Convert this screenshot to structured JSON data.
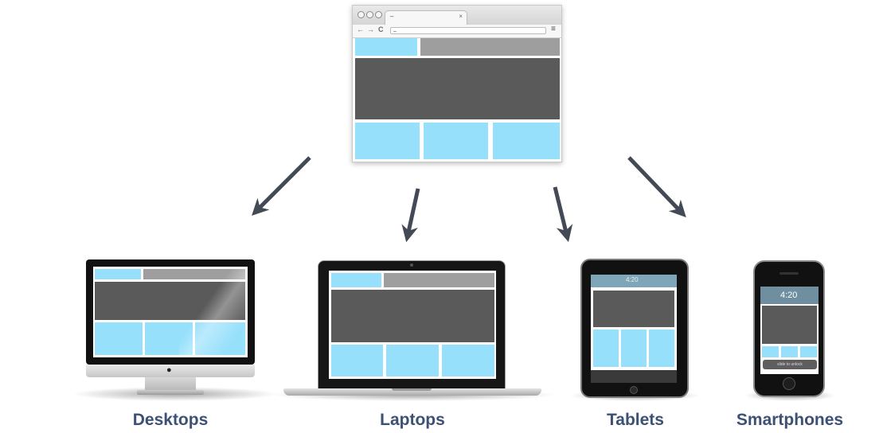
{
  "browser": {
    "tab_title": "–",
    "tab_close": "×",
    "url": "–",
    "nav_back": "←",
    "nav_forward": "→",
    "nav_reload": "C",
    "menu_icon": "≡"
  },
  "devices": {
    "tablet": {
      "time": "4:20"
    },
    "smartphone": {
      "time": "4:20",
      "unlock_text": "slide to unlock"
    }
  },
  "labels": {
    "desktops": "Desktops",
    "laptops": "Laptops",
    "tablets": "Tablets",
    "smartphones": "Smartphones"
  },
  "colors": {
    "layout_blue": "#97e0fc",
    "layout_gray": "#9e9e9e",
    "layout_dark": "#5a5a5a",
    "label_color": "#3d5175",
    "arrow_color": "#444a55"
  }
}
